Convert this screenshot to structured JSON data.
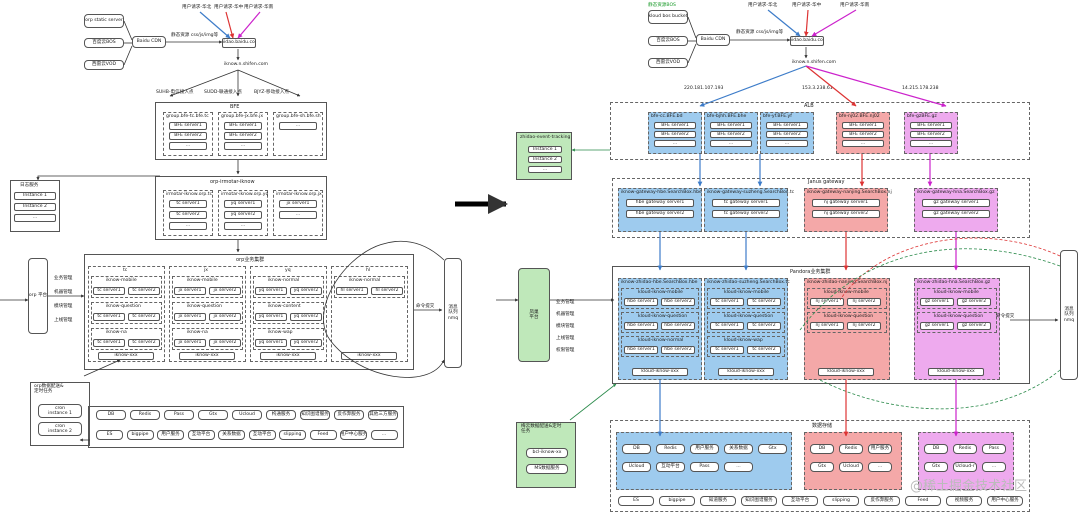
{
  "left": {
    "cdn_sources": [
      "orp static server",
      "百度云BOS",
      "西雷云VOD"
    ],
    "cdn": "Baidu CDN",
    "cdn_label": "静态资源  css/js/img等",
    "users": [
      "用户请求-华北",
      "用户请求-华中",
      "用户请求-华南"
    ],
    "domain_box": "zhidao.baidu.com",
    "domain2": "iknow.n.shifen.com",
    "entries": [
      "SUHB-电信接入点",
      "SUDD-联通接入点",
      "BJYZ-移动接入点"
    ],
    "bfe_title": "BFE",
    "bfe_groups": [
      {
        "title": "group.bfe-tc.bfe.tc",
        "items": [
          "BFE server1",
          "BFE server2",
          "..."
        ]
      },
      {
        "title": "group.bfe-jx.bfe.jx",
        "items": [
          "BFE server1",
          "BFE server2",
          "..."
        ]
      },
      {
        "title": "group.bfe-sh.bfe.sh",
        "items": [
          "..."
        ]
      }
    ],
    "gateway_title": "orp-irmotar-iknow",
    "gateway_groups": [
      {
        "title": "irmotar-iknow.orp.tc",
        "items": [
          "tc server1",
          "tc server2",
          "..."
        ]
      },
      {
        "title": "irmotar-iknow.orp.yq",
        "items": [
          "yq server1",
          "yq server2",
          "..."
        ]
      },
      {
        "title": "irmotar-iknow.orp.jx",
        "items": [
          "jx server1",
          "..."
        ]
      }
    ],
    "monitor_title": "日志服务",
    "monitor_items": [
      "Instance 1",
      "Instance 2",
      "..."
    ],
    "orp_platform": "orp 平台",
    "mgmt": [
      "业务管理",
      "机器管理",
      "模块管理",
      "上线管理"
    ],
    "cluster_title": "orp业务集群",
    "clusters": [
      {
        "name": "tc",
        "modules": [
          {
            "title": "iknow-mobile",
            "servers": [
              "tc server1",
              "tc server2"
            ]
          },
          {
            "title": "iknow-question",
            "servers": [
              "tc server1",
              "tc server2"
            ]
          },
          {
            "title": "iknow-na",
            "servers": [
              "tc server1",
              "tc server2"
            ]
          }
        ],
        "more": "iknow-xxx"
      },
      {
        "name": "jx",
        "modules": [
          {
            "title": "iknow-mobile",
            "servers": [
              "jx server1",
              "jx server2"
            ]
          },
          {
            "title": "iknow-question",
            "servers": [
              "jx server1",
              "jx server2"
            ]
          },
          {
            "title": "iknow-na",
            "servers": [
              "jx server1",
              "jx server2"
            ]
          }
        ],
        "more": "iknow-xxx"
      },
      {
        "name": "yq",
        "modules": [
          {
            "title": "iknow-normal",
            "servers": [
              "yq server1",
              "yq server2"
            ]
          },
          {
            "title": "iknow-content",
            "servers": [
              "yq server1",
              "yq server2"
            ]
          },
          {
            "title": "iknow-wap",
            "servers": [
              "yq server1",
              "yq server2"
            ]
          }
        ],
        "more": "iknow-xxx"
      },
      {
        "name": "hl",
        "modules": [
          {
            "title": "iknow-normal",
            "servers": [
              "hl server1",
              "hl server2"
            ]
          }
        ],
        "more": "iknow-xxx"
      }
    ],
    "cmd_label": "命令提交",
    "mq": "消息\n队列\nnmq",
    "task_title": "orp数据配送&\n定时任务",
    "tasks": [
      "cron\ninstance 1",
      "cron\ninstance 2"
    ],
    "storage_row1": [
      "DB",
      "Redis",
      "Pass",
      "Gtx",
      "Ucloud",
      "构通服务",
      "知识图谱服务",
      "反作弊服务",
      "其他三方服务"
    ],
    "storage_row2": [
      "ES",
      "bigpipe",
      "用户服务",
      "互动平台",
      "关系数据",
      "互动平台",
      "slipping",
      "Feed",
      "用户中心服务",
      "..."
    ]
  },
  "right": {
    "cdn_sources": [
      "kloud bos bucket",
      "百度云BOS",
      "西雷云VOD"
    ],
    "cdn_top_label": "静态资源BOS",
    "cdn": "Baidu CDN",
    "cdn_label": "静态资源  css/js/img等",
    "users": [
      "用户请求-华北",
      "用户请求-华中",
      "用户请求-华南"
    ],
    "domain_box": "zhidao.baidu.com",
    "domain2": "iknow.n.shifen.com",
    "ips": [
      "220.181.107.193",
      "153.3.238.61",
      "14.215.178.238"
    ],
    "alb_title": "ALB",
    "alb_groups": [
      {
        "title": "bfe-cc.BFE.bd",
        "items": [
          "BFE server1",
          "BFE server2",
          "..."
        ],
        "color": "blue"
      },
      {
        "title": "bfe-bjhh.BFE.bhe",
        "items": [
          "BFE server1",
          "BFE server2",
          "..."
        ],
        "color": "blue"
      },
      {
        "title": "bfe-yf.BFE.yf",
        "items": [
          "BFE server1",
          "BFE server2",
          "..."
        ],
        "color": "blue"
      },
      {
        "title": "bfe-nj02.BFE.nj02",
        "items": [
          "BFE server1",
          "BFE server2",
          "..."
        ],
        "color": "red"
      },
      {
        "title": "bfe-gzBFE.gz",
        "items": [
          "BFE server1",
          "BFE server2",
          "..."
        ],
        "color": "pink"
      }
    ],
    "monitor_title": "zhidao-event-tracking",
    "monitor_items": [
      "Instance 1",
      "Instance 2",
      "..."
    ],
    "gw_title": "Janus gateway",
    "gw_groups": [
      {
        "title": "iknow-gateway-hbe.SearchBox.hbe",
        "items": [
          "hbe gateway server1",
          "hbe gateway server2"
        ],
        "color": "blue"
      },
      {
        "title": "iknow-gateway-suzheng.SearchBox.tc",
        "items": [
          "tc gateway server1",
          "tc gateway server2"
        ],
        "color": "blue"
      },
      {
        "title": "iknow-gateway-nanjing.SearchBox.nj",
        "items": [
          "nj gateway server1",
          "nj gateway server2"
        ],
        "color": "red"
      },
      {
        "title": "iknow-gateway-hna.SearchBox.gz",
        "items": [
          "gz gateway server1",
          "gz gateway server2"
        ],
        "color": "pink"
      }
    ],
    "platform": "凤巢\n平台",
    "mgmt": [
      "业务管理",
      "机器管理",
      "模块管理",
      "上线管理",
      "权限管理"
    ],
    "cluster_title": "Pandora业务集群",
    "clusters": [
      {
        "name": "iknow-zhidao-hbe.SearchBox.hbe",
        "color": "blue",
        "modules": [
          {
            "title": "kloud-iknow-mobile",
            "servers": [
              "hbe server1",
              "hbe server2"
            ]
          },
          {
            "title": "kloud-iknow-question",
            "servers": [
              "hbe server1",
              "hbe server2"
            ]
          },
          {
            "title": "kloud-iknow-normal",
            "servers": [
              "hbe server1",
              "hbe server2"
            ]
          }
        ],
        "more": "kloud-iknow-xxx"
      },
      {
        "name": "iknow-zhidao-suzheng.SearchBox.tc",
        "color": "blue",
        "modules": [
          {
            "title": "kloud-iknow-mobile",
            "servers": [
              "tc server1",
              "tc server2"
            ]
          },
          {
            "title": "kloud-iknow-question",
            "servers": [
              "tc server1",
              "tc server2"
            ]
          },
          {
            "title": "kloud-iknow-wap",
            "servers": [
              "tc server1",
              "tc server2"
            ]
          }
        ],
        "more": "kloud-iknow-xxx"
      },
      {
        "name": "iknow-zhidao-nanjing.SearchBox.nj",
        "color": "red",
        "modules": [
          {
            "title": "kloud-iknow-mobile",
            "servers": [
              "nj server1",
              "nj server2"
            ]
          },
          {
            "title": "kloud-iknow-question",
            "servers": [
              "nj server1",
              "nj server2"
            ]
          }
        ],
        "more": "kloud-iknow-xxx"
      },
      {
        "name": "iknow-zhidao-hna.SearchBox.gz",
        "color": "pink",
        "modules": [
          {
            "title": "kloud-iknow-mobile",
            "servers": [
              "gz server1",
              "gz server2"
            ]
          },
          {
            "title": "kloud-iknow-question",
            "servers": [
              "gz server1",
              "gz server2"
            ]
          }
        ],
        "more": "kloud-iknow-xxx"
      }
    ],
    "cmd_label": "命令提交",
    "mq": "消息\n队列\nnmq",
    "task_title": "梅云数据配送&定时\n任务",
    "tasks": [
      "bcl-iknow-xx",
      "MS数据服务"
    ],
    "storage_title": "数据存储",
    "storage_groups": [
      {
        "color": "blue",
        "items": [
          "DB",
          "Redis",
          "用户服务",
          "关系数据",
          "Gtx",
          "Ucloud",
          "互动平台",
          "Pass",
          "..."
        ]
      },
      {
        "color": "red",
        "items": [
          "DB",
          "Redis",
          "用户服务",
          "Gtx",
          "Ucloud",
          "..."
        ]
      },
      {
        "color": "pink",
        "items": [
          "DB",
          "Redis",
          "Pass",
          "Gtx",
          "Ucloud-r",
          "..."
        ]
      }
    ],
    "storage_row2": [
      "ES",
      "bigpipe",
      "知道服务",
      "知识图谱服务",
      "互动平台",
      "slipping",
      "反作弊服务",
      "Feed",
      "视频服务",
      "用户中心服务"
    ],
    "watermark": "@稀土掘金技术社区"
  }
}
